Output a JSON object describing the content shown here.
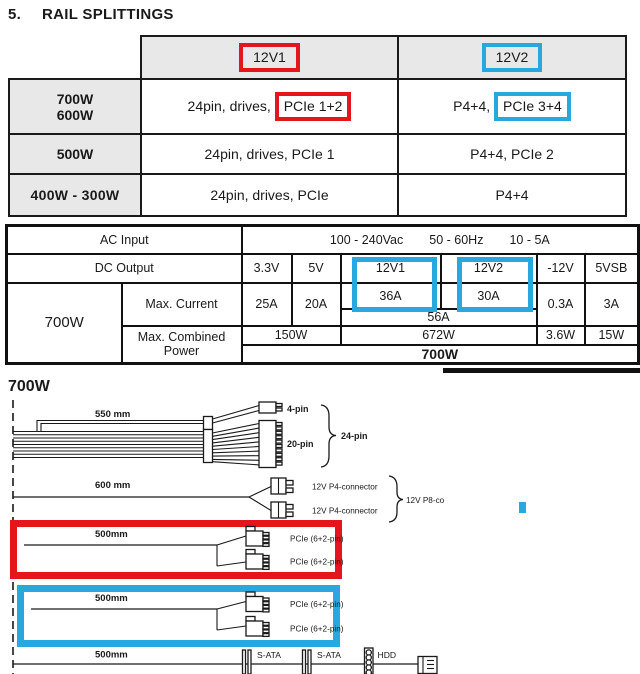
{
  "page": {
    "title_number": "5.",
    "title": "RAIL SPLITTINGS"
  },
  "colors": {
    "rail1_red": "#e4151b",
    "rail2_blue": "#29a8e0",
    "header_gray": "#e8e8e8"
  },
  "rail_table": {
    "headers": {
      "col1": "12V1",
      "col2": "12V2"
    },
    "rows": [
      {
        "watt_line1": "700W",
        "watt_line2": "600W",
        "rail1_prefix": "24pin, drives,",
        "rail1_boxed": "PCIe 1+2",
        "rail2_prefix": "P4+4,",
        "rail2_boxed": "PCIe 3+4"
      },
      {
        "watt": "500W",
        "rail1": "24pin, drives, PCIe 1",
        "rail2": "P4+4, PCIe 2"
      },
      {
        "watt": "400W - 300W",
        "rail1": "24pin, drives, PCIe",
        "rail2": "P4+4"
      }
    ]
  },
  "spec_table": {
    "ac_input_label": "AC Input",
    "ac_input_values": [
      "100 - 240Vac",
      "50 - 60Hz",
      "10 - 5A"
    ],
    "dc_output_label": "DC Output",
    "dc_columns": [
      "3.3V",
      "5V",
      "12V1",
      "12V2",
      "-12V",
      "5VSB"
    ],
    "wattage": "700W",
    "max_current_label": "Max. Current",
    "max_current": [
      "25A",
      "20A",
      "36A",
      "30A",
      "0.3A",
      "3A"
    ],
    "combined_12v_current": "56A",
    "max_power_label": "Max. Combined Power",
    "max_power": [
      "150W",
      "672W",
      "3.6W",
      "15W"
    ],
    "total_power": "700W"
  },
  "diagram": {
    "section_label": "700W",
    "atx_cable": {
      "length": "550 mm",
      "label_4pin": "4-pin",
      "label_20pin": "20-pin",
      "label_24pin": "24-pin"
    },
    "eps_cable": {
      "length": "600 mm",
      "p4_label_1": "12V P4-connector",
      "p4_label_2": "12V P4-connector",
      "p8_label": "12V P8-co"
    },
    "pcie_rail1": {
      "length": "500mm",
      "conn1": "PCIe (6+2-pin)",
      "conn2": "PCIe (6+2-pin)"
    },
    "pcie_rail2": {
      "length": "500mm",
      "conn1": "PCIe (6+2-pin)",
      "conn2": "PCIe (6+2-pin)"
    },
    "sata_cable": {
      "length": "500mm",
      "sata1": "S-ATA",
      "sata2": "S-ATA",
      "hdd": "HDD"
    }
  }
}
